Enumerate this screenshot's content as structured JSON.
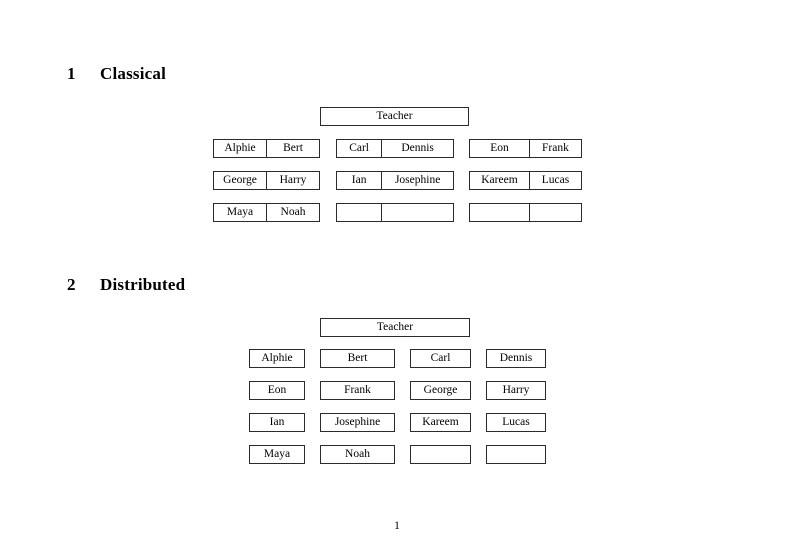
{
  "document": {
    "page_number": "1"
  },
  "sections": [
    {
      "number": "1",
      "title": "Classical",
      "teacher_label": "Teacher",
      "layout": "three column-groups, each group split into two cells per row",
      "groups": [
        {
          "rows": [
            {
              "left": "Alphie",
              "right": "Bert"
            },
            {
              "left": "George",
              "right": "Harry"
            },
            {
              "left": "Maya",
              "right": "Noah"
            }
          ]
        },
        {
          "rows": [
            {
              "left": "Carl",
              "right": "Dennis"
            },
            {
              "left": "Ian",
              "right": "Josephine"
            },
            {
              "left": "",
              "right": ""
            }
          ]
        },
        {
          "rows": [
            {
              "left": "Eon",
              "right": "Frank"
            },
            {
              "left": "Kareem",
              "right": "Lucas"
            },
            {
              "left": "",
              "right": ""
            }
          ]
        }
      ]
    },
    {
      "number": "2",
      "title": "Distributed",
      "teacher_label": "Teacher",
      "layout": "four columns of single boxes, four rows",
      "rows": [
        [
          "Alphie",
          "Bert",
          "Carl",
          "Dennis"
        ],
        [
          "Eon",
          "Frank",
          "George",
          "Harry"
        ],
        [
          "Ian",
          "Josephine",
          "Kareem",
          "Lucas"
        ],
        [
          "Maya",
          "Noah",
          "",
          ""
        ]
      ]
    }
  ]
}
